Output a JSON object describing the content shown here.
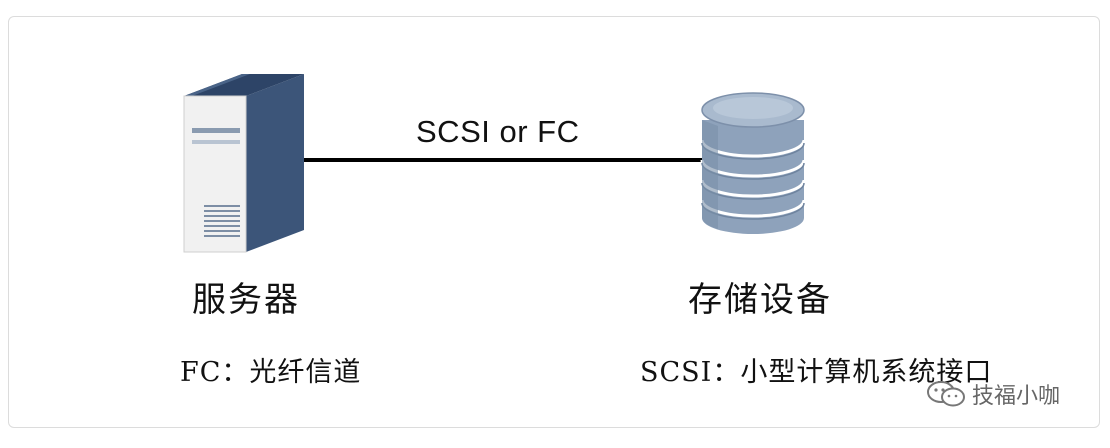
{
  "diagram": {
    "connector_label": "SCSI or FC",
    "server_label": "服务器",
    "storage_label": "存储设备",
    "note_fc": "FC：光纤信道",
    "note_scsi": "SCSI：小型计算机系统接口"
  },
  "watermark": {
    "text": "技福小咖",
    "icon": "chat-bubble-icon"
  },
  "colors": {
    "server_body": "#f1f1f1",
    "server_top": "#2d4467",
    "server_side": "#3c5579",
    "disk_body": "#8ea2bb",
    "disk_top": "#a9bace",
    "line": "#000000"
  }
}
